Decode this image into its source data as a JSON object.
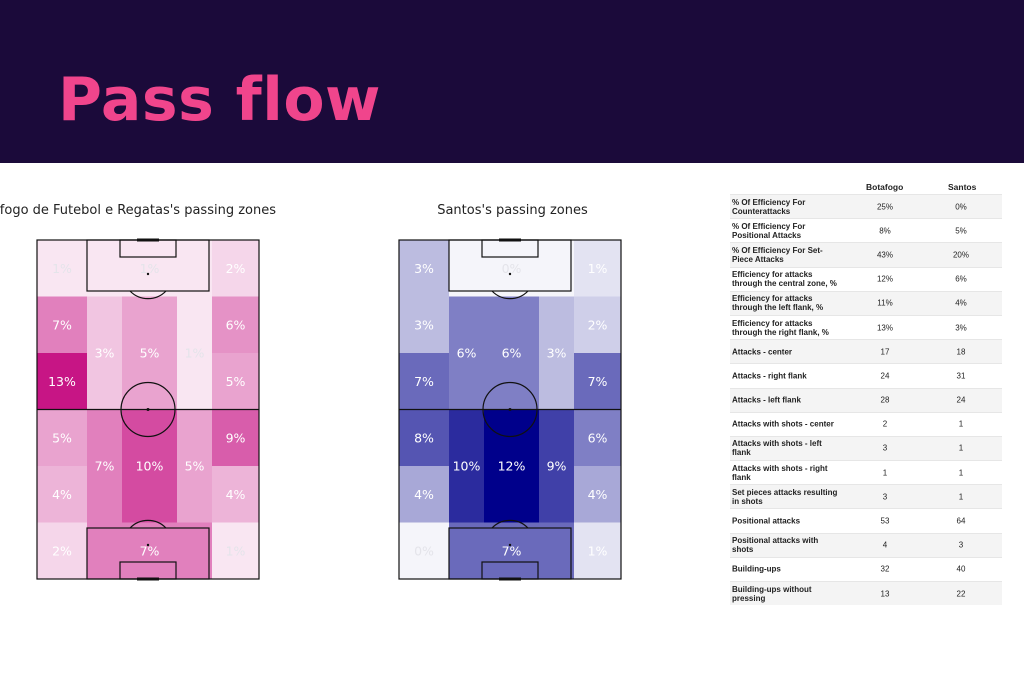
{
  "header": {
    "title": "Pass flow"
  },
  "colors": {
    "banner_bg": "#1b0a3a",
    "title": "#f0458c",
    "left_team": "#c71585",
    "right_team": "#00008b"
  },
  "chart_data": [
    {
      "type": "heatmap",
      "title": "Botafogo de Futebol e Regatas's passing zones",
      "color": "#c71585",
      "columns": 5,
      "rows": 6,
      "cells": [
        {
          "col": 0,
          "row": 0,
          "colspan": 1,
          "rowspan": 1,
          "value": 1,
          "label": "1%"
        },
        {
          "col": 1,
          "row": 0,
          "colspan": 3,
          "rowspan": 1,
          "value": 1,
          "label": "1%"
        },
        {
          "col": 4,
          "row": 0,
          "colspan": 1,
          "rowspan": 1,
          "value": 2,
          "label": "2%"
        },
        {
          "col": 0,
          "row": 1,
          "colspan": 1,
          "rowspan": 1,
          "value": 7,
          "label": "7%"
        },
        {
          "col": 1,
          "row": 1,
          "colspan": 1,
          "rowspan": 2,
          "value": 3,
          "label": "3%"
        },
        {
          "col": 2,
          "row": 1,
          "colspan": 1,
          "rowspan": 2,
          "value": 5,
          "label": "5%"
        },
        {
          "col": 3,
          "row": 1,
          "colspan": 1,
          "rowspan": 2,
          "value": 1,
          "label": "1%"
        },
        {
          "col": 4,
          "row": 1,
          "colspan": 1,
          "rowspan": 1,
          "value": 6,
          "label": "6%"
        },
        {
          "col": 0,
          "row": 2,
          "colspan": 1,
          "rowspan": 1,
          "value": 13,
          "label": "13%"
        },
        {
          "col": 4,
          "row": 2,
          "colspan": 1,
          "rowspan": 1,
          "value": 5,
          "label": "5%"
        },
        {
          "col": 0,
          "row": 3,
          "colspan": 1,
          "rowspan": 1,
          "value": 5,
          "label": "5%"
        },
        {
          "col": 1,
          "row": 3,
          "colspan": 1,
          "rowspan": 2,
          "value": 7,
          "label": "7%"
        },
        {
          "col": 2,
          "row": 3,
          "colspan": 1,
          "rowspan": 2,
          "value": 10,
          "label": "10%"
        },
        {
          "col": 3,
          "row": 3,
          "colspan": 1,
          "rowspan": 2,
          "value": 5,
          "label": "5%"
        },
        {
          "col": 4,
          "row": 3,
          "colspan": 1,
          "rowspan": 1,
          "value": 9,
          "label": "9%"
        },
        {
          "col": 0,
          "row": 4,
          "colspan": 1,
          "rowspan": 1,
          "value": 4,
          "label": "4%"
        },
        {
          "col": 4,
          "row": 4,
          "colspan": 1,
          "rowspan": 1,
          "value": 4,
          "label": "4%"
        },
        {
          "col": 0,
          "row": 5,
          "colspan": 1,
          "rowspan": 1,
          "value": 2,
          "label": "2%"
        },
        {
          "col": 1,
          "row": 5,
          "colspan": 3,
          "rowspan": 1,
          "value": 7,
          "label": "7%"
        },
        {
          "col": 4,
          "row": 5,
          "colspan": 1,
          "rowspan": 1,
          "value": 1,
          "label": "1%"
        }
      ]
    },
    {
      "type": "heatmap",
      "title": "Santos's passing zones",
      "color": "#00008b",
      "columns": 5,
      "rows": 6,
      "cells": [
        {
          "col": 0,
          "row": 0,
          "colspan": 1,
          "rowspan": 1,
          "value": 3,
          "label": "3%"
        },
        {
          "col": 1,
          "row": 0,
          "colspan": 3,
          "rowspan": 1,
          "value": 0,
          "label": "0%"
        },
        {
          "col": 4,
          "row": 0,
          "colspan": 1,
          "rowspan": 1,
          "value": 1,
          "label": "1%"
        },
        {
          "col": 0,
          "row": 1,
          "colspan": 1,
          "rowspan": 1,
          "value": 3,
          "label": "3%"
        },
        {
          "col": 1,
          "row": 1,
          "colspan": 1,
          "rowspan": 2,
          "value": 6,
          "label": "6%"
        },
        {
          "col": 2,
          "row": 1,
          "colspan": 1,
          "rowspan": 2,
          "value": 6,
          "label": "6%"
        },
        {
          "col": 3,
          "row": 1,
          "colspan": 1,
          "rowspan": 2,
          "value": 3,
          "label": "3%"
        },
        {
          "col": 4,
          "row": 1,
          "colspan": 1,
          "rowspan": 1,
          "value": 2,
          "label": "2%"
        },
        {
          "col": 0,
          "row": 2,
          "colspan": 1,
          "rowspan": 1,
          "value": 7,
          "label": "7%"
        },
        {
          "col": 4,
          "row": 2,
          "colspan": 1,
          "rowspan": 1,
          "value": 7,
          "label": "7%"
        },
        {
          "col": 0,
          "row": 3,
          "colspan": 1,
          "rowspan": 1,
          "value": 8,
          "label": "8%"
        },
        {
          "col": 1,
          "row": 3,
          "colspan": 1,
          "rowspan": 2,
          "value": 10,
          "label": "10%"
        },
        {
          "col": 2,
          "row": 3,
          "colspan": 1,
          "rowspan": 2,
          "value": 12,
          "label": "12%"
        },
        {
          "col": 3,
          "row": 3,
          "colspan": 1,
          "rowspan": 2,
          "value": 9,
          "label": "9%"
        },
        {
          "col": 4,
          "row": 3,
          "colspan": 1,
          "rowspan": 1,
          "value": 6,
          "label": "6%"
        },
        {
          "col": 0,
          "row": 4,
          "colspan": 1,
          "rowspan": 1,
          "value": 4,
          "label": "4%"
        },
        {
          "col": 4,
          "row": 4,
          "colspan": 1,
          "rowspan": 1,
          "value": 4,
          "label": "4%"
        },
        {
          "col": 0,
          "row": 5,
          "colspan": 1,
          "rowspan": 1,
          "value": 0,
          "label": "0%"
        },
        {
          "col": 1,
          "row": 5,
          "colspan": 3,
          "rowspan": 1,
          "value": 7,
          "label": "7%"
        },
        {
          "col": 4,
          "row": 5,
          "colspan": 1,
          "rowspan": 1,
          "value": 1,
          "label": "1%"
        }
      ]
    },
    {
      "type": "table",
      "columns": [
        "Botafogo",
        "Santos"
      ],
      "rows": [
        {
          "label": "% Of Efficiency For Counterattacks",
          "values": [
            "25%",
            "0%"
          ]
        },
        {
          "label": "% Of Efficiency For Positional Attacks",
          "values": [
            "8%",
            "5%"
          ]
        },
        {
          "label": "% Of Efficiency For Set-Piece Attacks",
          "values": [
            "43%",
            "20%"
          ]
        },
        {
          "label": "Efficiency for attacks through the central zone, %",
          "values": [
            "12%",
            "6%"
          ]
        },
        {
          "label": "Efficiency for attacks through the left flank, %",
          "values": [
            "11%",
            "4%"
          ]
        },
        {
          "label": "Efficiency for attacks through the right flank, %",
          "values": [
            "13%",
            "3%"
          ]
        },
        {
          "label": "Attacks - center",
          "values": [
            "17",
            "18"
          ]
        },
        {
          "label": "Attacks - right flank",
          "values": [
            "24",
            "31"
          ]
        },
        {
          "label": "Attacks - left flank",
          "values": [
            "28",
            "24"
          ]
        },
        {
          "label": "Attacks with shots - center",
          "values": [
            "2",
            "1"
          ]
        },
        {
          "label": "Attacks with shots - left flank",
          "values": [
            "3",
            "1"
          ]
        },
        {
          "label": "Attacks with shots - right flank",
          "values": [
            "1",
            "1"
          ]
        },
        {
          "label": "Set pieces attacks resulting in shots",
          "values": [
            "3",
            "1"
          ]
        },
        {
          "label": "Positional attacks",
          "values": [
            "53",
            "64"
          ]
        },
        {
          "label": "Positional attacks with shots",
          "values": [
            "4",
            "3"
          ]
        },
        {
          "label": "Building-ups",
          "values": [
            "32",
            "40"
          ]
        },
        {
          "label": "Building-ups without pressing",
          "values": [
            "13",
            "22"
          ]
        }
      ]
    }
  ]
}
